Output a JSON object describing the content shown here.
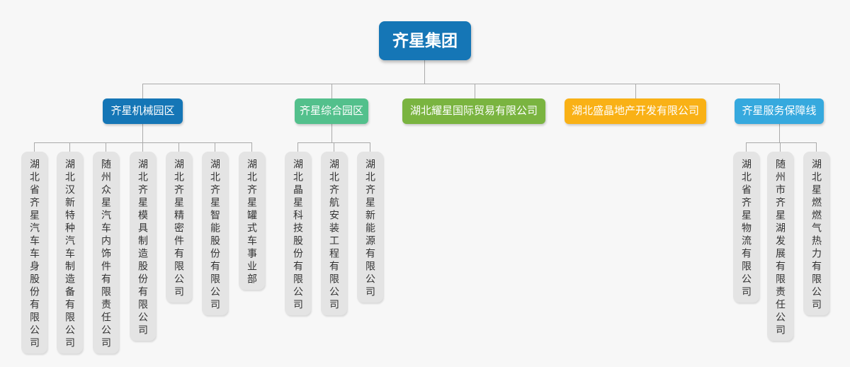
{
  "page": {
    "background_color": "#f7f7f7",
    "connector_color": "#aaaaaa",
    "leaf_box_color": "#e4e4e4",
    "leaf_text_color": "#333333"
  },
  "org": {
    "root": {
      "name": "齐星集团",
      "color": "#1576b6"
    },
    "branches": [
      {
        "name": "齐星机械园区",
        "color": "#1576b6",
        "children": [
          "湖北省齐星汽车车身股份有限公司",
          "湖北汉新特种汽车制造备有限公司",
          "随州众星汽车内饰件有限责任公司",
          "湖北齐星模具制造股份有限公司",
          "湖北齐星精密件有限公司",
          "湖北齐星智能股份有限公司",
          "湖北齐星罐式车事业部"
        ]
      },
      {
        "name": "齐星综合园区",
        "color": "#53c08c",
        "children": [
          "湖北晶星科技股份有限公司",
          "湖北齐航安装工程有限公司",
          "湖北齐星新能源有限公司"
        ]
      },
      {
        "name": "湖北耀星国际贸易有限公司",
        "color": "#7ab440",
        "children": []
      },
      {
        "name": "湖北盛晶地产开发有限公司",
        "color": "#f9b116",
        "children": []
      },
      {
        "name": "齐星服务保障线",
        "color": "#36a9de",
        "children": [
          "湖北省齐星物流有限公司",
          "随州市齐星湖发展有限责任公司",
          "湖北星燃燃气热力有限公司"
        ]
      }
    ]
  }
}
